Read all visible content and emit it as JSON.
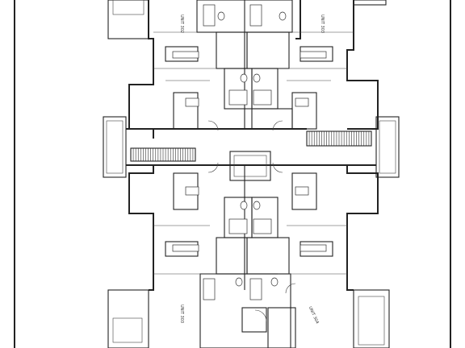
{
  "drawing": {
    "unit_labels": {
      "top_left": "UNIT 302",
      "top_right": "UNIT 303",
      "bottom_left": "UNIT 303",
      "bottom_right": "UNIT 304"
    }
  },
  "colors": {
    "line": "#222222",
    "paper": "#ffffff"
  }
}
